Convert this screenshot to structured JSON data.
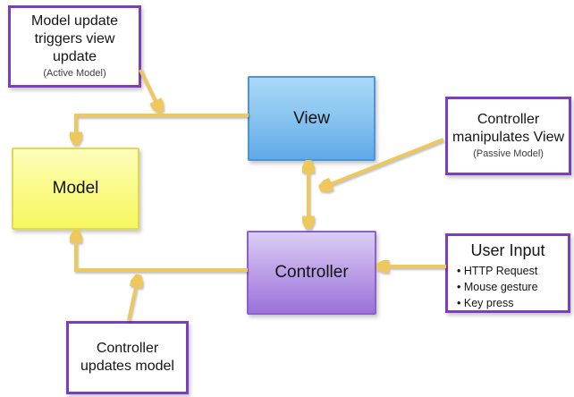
{
  "diagram": {
    "nodes": {
      "view": {
        "label": "View"
      },
      "model": {
        "label": "Model"
      },
      "controller": {
        "label": "Controller"
      }
    },
    "annotations": {
      "model_update": {
        "text": "Model update triggers view update",
        "note": "(Active Model)"
      },
      "controller_manipulates": {
        "text": "Controller manipulates View",
        "note": "(Passive Model)"
      },
      "user_input": {
        "title": "User Input",
        "bullets": [
          "HTTP Request",
          "Mouse gesture",
          "Key press"
        ]
      },
      "controller_updates": {
        "text": "Controller updates model"
      }
    },
    "colors": {
      "arrow": "#EEC85C",
      "callout_border": "#7B3EBC",
      "view_fill_top": "#ABD8F6",
      "view_fill_bottom": "#5FA9E8",
      "view_border": "#4D94DB",
      "model_fill_top": "#FDFDBC",
      "model_fill_bottom": "#F7F75F",
      "model_border": "#E0D84F",
      "controller_fill_top": "#DBCDF4",
      "controller_fill_bottom": "#9C72DA",
      "controller_border": "#8C61CE"
    }
  }
}
